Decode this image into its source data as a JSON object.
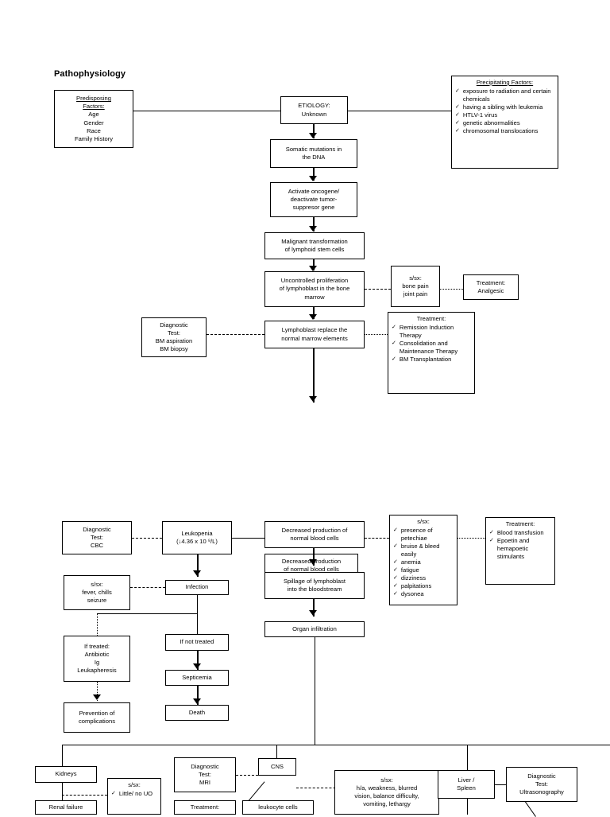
{
  "page": {
    "title": "Pathophysiology"
  },
  "section1": {
    "predisposing": {
      "heading1": "Predisposing",
      "heading2": "Factors:",
      "items": [
        "Age",
        "Gender",
        "Race",
        "Family History"
      ]
    },
    "etiology": {
      "line1": "ETIOLOGY:",
      "line2": "Unknown"
    },
    "precipitating": {
      "heading": "Precipitating Factors:",
      "items": [
        "exposure to radiation and certain chemicals",
        "having a sibling with leukemia",
        "HTLV-1 virus",
        "genetic abnormalities",
        "chromosomal translocations"
      ]
    },
    "somatic": {
      "line1": "Somatic mutations in",
      "line2": "the DNA"
    },
    "oncogene": {
      "line1": "Activate oncogene/",
      "line2": "deactivate tumor-",
      "line3": "suppresor gene"
    },
    "malignant": {
      "line1": "Malignant transformation",
      "line2": "of lymphoid stem cells"
    },
    "uncontrolled": {
      "line1": "Uncontrolled proliferation",
      "line2": "of lymphoblast in the bone",
      "line3": "marrow"
    },
    "ssx_bone": {
      "heading": "s/sx:",
      "line1": "bone pain",
      "line2": "joint pain"
    },
    "treat_analgesic": {
      "heading": "Treatment:",
      "line1": "Analgesic"
    },
    "dx_bm": {
      "line1": "Diagnostic",
      "line2": "Test:",
      "line3": "BM aspiration",
      "line4": "BM biopsy"
    },
    "lymphoblast": {
      "line1": "Lymphoblast replace the",
      "line2": "normal marrow elements"
    },
    "treat_main": {
      "heading": "Treatment:",
      "items": [
        "Remission Induction Therapy",
        "Consolidation and Maintenance Therapy",
        "BM Transplantation"
      ]
    }
  },
  "section2": {
    "dx_cbc": {
      "line1": "Diagnostic",
      "line2": "Test:",
      "line3": "CBC"
    },
    "leukopenia": {
      "line1": "Leukopenia",
      "line2": "(↓4.36 x 10 ⁹/L)"
    },
    "decreased_prod": {
      "line1": "Decreased production of",
      "line2": "normal blood cells"
    },
    "decreased_prod_dup": {
      "line1": "Decreased production",
      "line2": "of normal blood cells"
    },
    "spillage": {
      "line1": "Spillage of lymphoblast",
      "line2": "into the bloodstream"
    },
    "organ_infiltration": {
      "line1": "Organ infiltration"
    },
    "ssx_fever": {
      "heading": "s/sx:",
      "line1": "fever, chills",
      "line2": "seizure"
    },
    "infection": {
      "line1": "Infection"
    },
    "ssx_blood": {
      "heading": "s/sx:",
      "items": [
        "presence of petechiae",
        "bruise & bleed easily",
        "anemia",
        "fatigue",
        "dizziness",
        "palpitations",
        "dysonea"
      ]
    },
    "treat_blood": {
      "heading": "Treatment:",
      "items": [
        "Blood transfusion",
        "Epoetin and hemapoetic stimulants"
      ]
    },
    "if_treated": {
      "line1": "If treated:",
      "line2": "Antibiotic",
      "line3": "Ig",
      "line4": "Leukapheresis"
    },
    "if_not_treated": {
      "line1": "If not treated"
    },
    "septicemia": {
      "line1": "Septicemia"
    },
    "death": {
      "line1": "Death"
    },
    "prevention": {
      "line1": "Prevention of",
      "line2": "complications"
    }
  },
  "section3": {
    "kidneys": {
      "line1": "Kidneys"
    },
    "renal_failure": {
      "line1": "Renal failure"
    },
    "ssx_renal": {
      "heading": "s/sx:",
      "items": [
        "Little/ no UO"
      ]
    },
    "dx_mri": {
      "line1": "Diagnostic",
      "line2": "Test:",
      "line3": "MRI"
    },
    "cns": {
      "line1": "CNS"
    },
    "treat_cns": {
      "line1": "Treatment:"
    },
    "leukocyte": {
      "line1": "leukocyte cells"
    },
    "ssx_cns": {
      "heading": "s/sx:",
      "line1": "h/a, weakness, blurred",
      "line2": "vision, balance difficulty,",
      "line3": "vomiting, lethargy"
    },
    "liver_spleen": {
      "line1": "Liver /",
      "line2": "Spleen"
    },
    "dx_ultra": {
      "line1": "Diagnostic",
      "line2": "Test:",
      "line3": "Ultrasonography"
    }
  },
  "colors": {
    "line": "#000000",
    "background": "#ffffff",
    "text": "#000000"
  }
}
